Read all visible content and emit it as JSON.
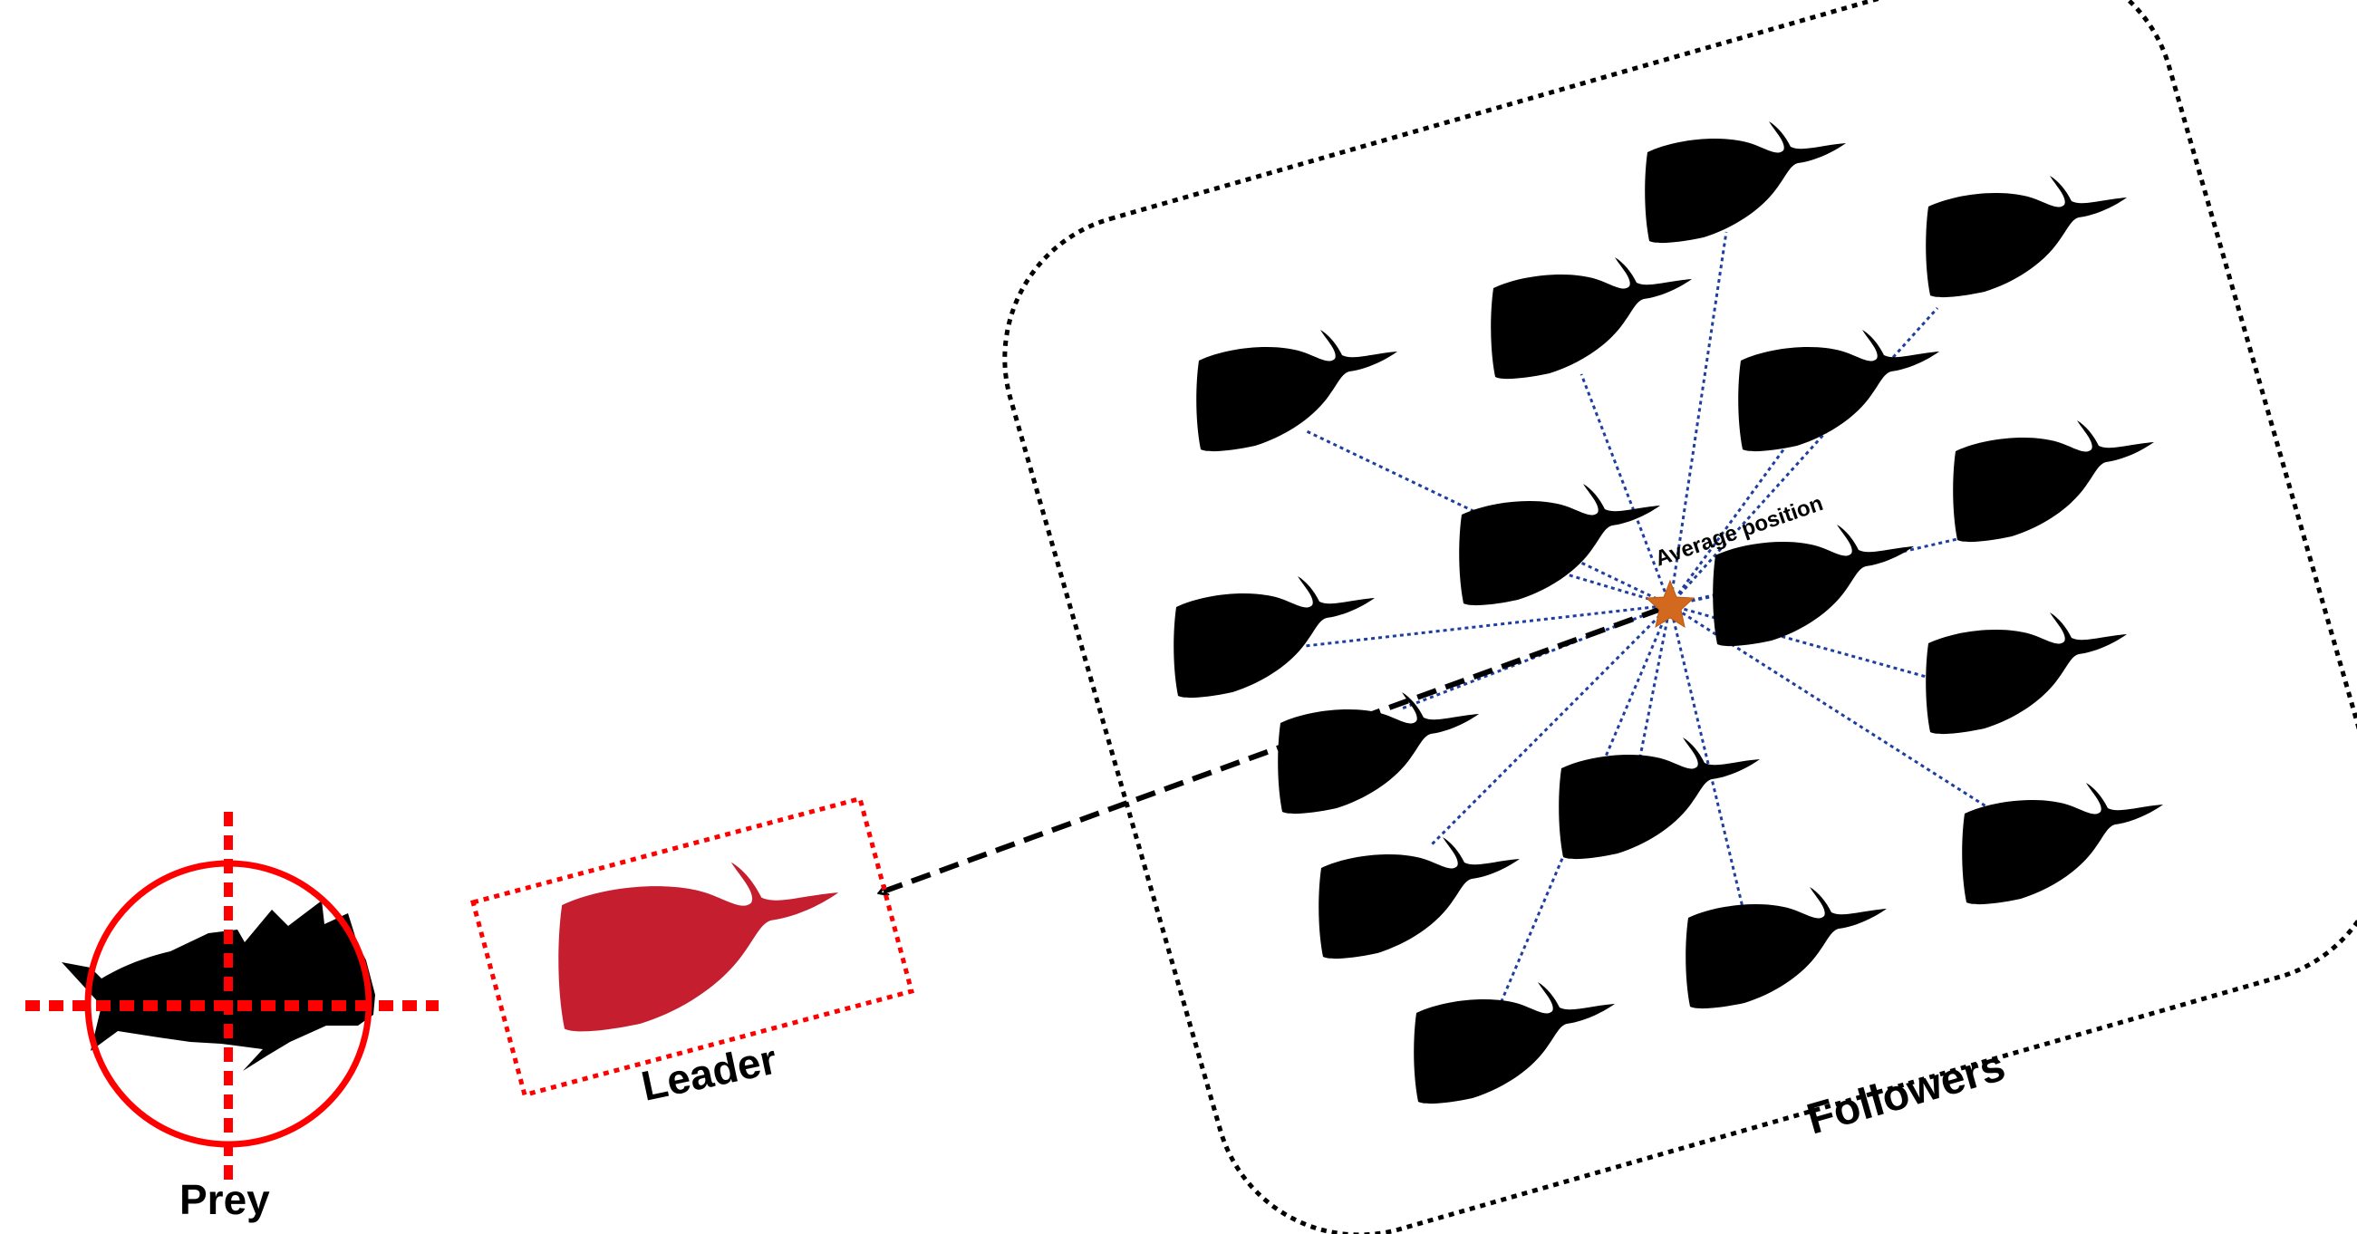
{
  "labels": {
    "prey": "Prey",
    "leader": "Leader",
    "followers": "Followers",
    "average_position": "Average position"
  },
  "colors": {
    "leader_whale": "#c41e2f",
    "target_red": "#ff0000",
    "follower_whale": "#000000",
    "connection_lines": "#1f3f9f",
    "average_star": "#d2691e"
  },
  "icons": {
    "prey": "fish-icon",
    "target": "crosshair-target-icon",
    "leader": "whale-icon",
    "followers": "whale-icon",
    "average": "star-icon"
  }
}
